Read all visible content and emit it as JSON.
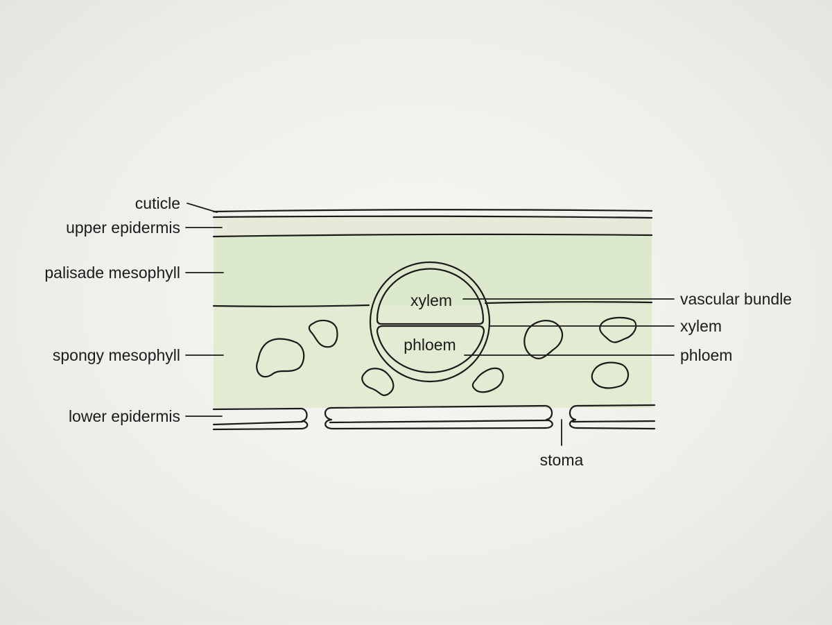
{
  "colors": {
    "background": "#efefeb",
    "epidermis": "#e8ead9",
    "palisade": "#dde9cd",
    "spongy": "#e3ebd3",
    "bundle_sheath": "#e6e1d4",
    "bundle_core": "#f1e6dc",
    "air_space": "#ffffff",
    "outline": "#1a1a1a"
  },
  "labels": {
    "cuticle": "cuticle",
    "upper_epidermis": "upper epidermis",
    "palisade_mesophyll": "palisade mesophyll",
    "spongy_mesophyll": "spongy mesophyll",
    "lower_epidermis": "lower epidermis",
    "vascular_bundle": "vascular bundle",
    "xylem_right": "xylem",
    "phloem_right": "phloem",
    "xylem_inner": "xylem",
    "phloem_inner": "phloem",
    "stoma": "stoma"
  }
}
